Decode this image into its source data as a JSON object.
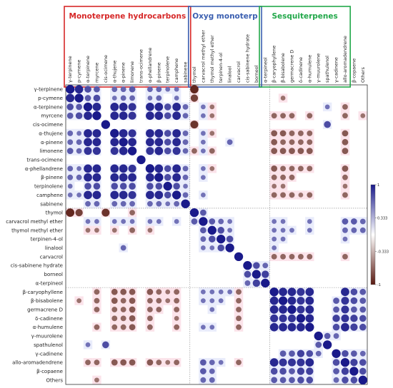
{
  "chart_data": {
    "type": "heatmap",
    "title": "",
    "groups": [
      {
        "label": "Monoterpene hydrocarbons",
        "color": "#d62828",
        "start": 0,
        "end": 13
      },
      {
        "label": "Oxyg monoterp",
        "color": "#3b5fb0",
        "start": 14,
        "end": 21
      },
      {
        "label": "Sesquiterpenes",
        "color": "#22a84a",
        "start": 22,
        "end": 31
      }
    ],
    "variables": [
      "γ-terpinene",
      "p-cymene",
      "α-terpinene",
      "myrcene",
      "cis-ocimene",
      "α-thujene",
      "α-pinene",
      "limonene",
      "trans-ocimene",
      "α-phellandrene",
      "β-pinene",
      "terpinolene",
      "camphene",
      "sabinene",
      "thymol",
      "carvacrol methyl ether",
      "thymol methyl ether",
      "terpinen-4-ol",
      "linalool",
      "carvacrol",
      "cis-sabinene hydrate",
      "borneol",
      "α-terpineol",
      "β-caryophyllene",
      "β-bisabolene",
      "germacrene D",
      "δ-cadinene",
      "α-humulene",
      "γ-muurolene",
      "spathulenol",
      "γ-cadinene",
      "allo-aromadendrene",
      "β-copaene",
      "Others"
    ],
    "separators_after": [
      13,
      22
    ],
    "colorbar": {
      "min": -1,
      "max": 1,
      "ticks": [
        1,
        0.333,
        -0.333,
        -1
      ],
      "tick_labels": [
        "1",
        "0.333",
        "-0.333",
        "-1"
      ],
      "colors": [
        "#5a1a12",
        "#ffffff",
        "#1a1a8a"
      ]
    },
    "correlations": [
      [
        0,
        1,
        0.9
      ],
      [
        0,
        2,
        0.6
      ],
      [
        0,
        3,
        0.5
      ],
      [
        0,
        5,
        0.4
      ],
      [
        0,
        6,
        0.4
      ],
      [
        0,
        7,
        0.5
      ],
      [
        0,
        9,
        0.4
      ],
      [
        0,
        10,
        0.4
      ],
      [
        0,
        11,
        0.3
      ],
      [
        0,
        12,
        0.3
      ],
      [
        0,
        14,
        -0.9
      ],
      [
        1,
        2,
        0.5
      ],
      [
        1,
        3,
        0.6
      ],
      [
        1,
        5,
        0.3
      ],
      [
        1,
        6,
        0.4
      ],
      [
        1,
        7,
        0.4
      ],
      [
        1,
        9,
        0.3
      ],
      [
        1,
        10,
        0.4
      ],
      [
        1,
        12,
        0.3
      ],
      [
        1,
        14,
        -0.7
      ],
      [
        1,
        24,
        -0.3
      ],
      [
        2,
        3,
        0.9
      ],
      [
        2,
        5,
        0.9
      ],
      [
        2,
        6,
        0.9
      ],
      [
        2,
        7,
        0.8
      ],
      [
        2,
        9,
        0.9
      ],
      [
        2,
        10,
        0.9
      ],
      [
        2,
        11,
        0.6
      ],
      [
        2,
        12,
        0.9
      ],
      [
        2,
        13,
        0.4
      ],
      [
        2,
        15,
        0.3
      ],
      [
        2,
        16,
        -0.3
      ],
      [
        2,
        29,
        0.3
      ],
      [
        2,
        31,
        -0.4
      ],
      [
        3,
        5,
        0.9
      ],
      [
        3,
        6,
        0.9
      ],
      [
        3,
        7,
        0.8
      ],
      [
        3,
        9,
        0.9
      ],
      [
        3,
        10,
        0.9
      ],
      [
        3,
        11,
        0.6
      ],
      [
        3,
        12,
        0.9
      ],
      [
        3,
        13,
        0.4
      ],
      [
        3,
        15,
        0.3
      ],
      [
        3,
        16,
        -0.3
      ],
      [
        3,
        23,
        -0.4
      ],
      [
        3,
        24,
        -0.4
      ],
      [
        3,
        25,
        -0.4
      ],
      [
        3,
        27,
        -0.4
      ],
      [
        3,
        31,
        -0.4
      ],
      [
        3,
        33,
        -0.3
      ],
      [
        4,
        14,
        -0.8
      ],
      [
        4,
        29,
        0.6
      ],
      [
        5,
        6,
        0.9
      ],
      [
        5,
        7,
        0.8
      ],
      [
        5,
        9,
        0.9
      ],
      [
        5,
        10,
        0.9
      ],
      [
        5,
        11,
        0.6
      ],
      [
        5,
        12,
        0.9
      ],
      [
        5,
        13,
        0.4
      ],
      [
        5,
        15,
        0.3
      ],
      [
        5,
        16,
        -0.3
      ],
      [
        5,
        23,
        -0.5
      ],
      [
        5,
        24,
        -0.5
      ],
      [
        5,
        25,
        -0.4
      ],
      [
        5,
        26,
        -0.4
      ],
      [
        5,
        27,
        -0.4
      ],
      [
        5,
        31,
        -0.5
      ],
      [
        6,
        7,
        0.9
      ],
      [
        6,
        9,
        0.9
      ],
      [
        6,
        10,
        0.9
      ],
      [
        6,
        11,
        0.6
      ],
      [
        6,
        12,
        0.9
      ],
      [
        6,
        13,
        0.4
      ],
      [
        6,
        15,
        0.3
      ],
      [
        6,
        18,
        0.4
      ],
      [
        6,
        23,
        -0.5
      ],
      [
        6,
        24,
        -0.4
      ],
      [
        6,
        25,
        -0.4
      ],
      [
        6,
        26,
        -0.4
      ],
      [
        6,
        27,
        -0.4
      ],
      [
        6,
        31,
        -0.5
      ],
      [
        7,
        9,
        0.8
      ],
      [
        7,
        10,
        0.9
      ],
      [
        7,
        11,
        0.6
      ],
      [
        7,
        12,
        0.8
      ],
      [
        7,
        13,
        0.4
      ],
      [
        7,
        14,
        -0.4
      ],
      [
        7,
        15,
        0.3
      ],
      [
        7,
        16,
        -0.4
      ],
      [
        7,
        23,
        -0.5
      ],
      [
        7,
        24,
        -0.5
      ],
      [
        7,
        25,
        -0.5
      ],
      [
        7,
        26,
        -0.5
      ],
      [
        7,
        27,
        -0.5
      ],
      [
        7,
        31,
        -0.5
      ],
      [
        9,
        10,
        0.9
      ],
      [
        9,
        11,
        0.6
      ],
      [
        9,
        12,
        0.9
      ],
      [
        9,
        13,
        0.4
      ],
      [
        9,
        15,
        0.3
      ],
      [
        9,
        16,
        -0.3
      ],
      [
        9,
        23,
        -0.5
      ],
      [
        9,
        24,
        -0.4
      ],
      [
        9,
        25,
        -0.4
      ],
      [
        9,
        26,
        -0.4
      ],
      [
        9,
        27,
        -0.4
      ],
      [
        9,
        31,
        -0.5
      ],
      [
        10,
        11,
        0.6
      ],
      [
        10,
        12,
        0.9
      ],
      [
        10,
        13,
        0.4
      ],
      [
        10,
        15,
        0.3
      ],
      [
        10,
        23,
        -0.4
      ],
      [
        10,
        24,
        -0.4
      ],
      [
        10,
        25,
        -0.4
      ],
      [
        10,
        31,
        -0.4
      ],
      [
        11,
        12,
        0.6
      ],
      [
        11,
        13,
        0.3
      ],
      [
        11,
        23,
        -0.3
      ],
      [
        11,
        24,
        -0.3
      ],
      [
        11,
        31,
        -0.3
      ],
      [
        12,
        13,
        0.4
      ],
      [
        12,
        15,
        0.3
      ],
      [
        12,
        23,
        -0.4
      ],
      [
        12,
        24,
        -0.4
      ],
      [
        12,
        25,
        -0.4
      ],
      [
        12,
        26,
        -0.3
      ],
      [
        12,
        27,
        -0.4
      ],
      [
        12,
        31,
        -0.4
      ],
      [
        14,
        15,
        0.5
      ],
      [
        15,
        16,
        0.5
      ],
      [
        15,
        17,
        0.4
      ],
      [
        15,
        18,
        0.3
      ],
      [
        15,
        23,
        0.3
      ],
      [
        15,
        24,
        0.3
      ],
      [
        15,
        27,
        0.3
      ],
      [
        15,
        31,
        0.5
      ],
      [
        15,
        32,
        0.5
      ],
      [
        15,
        33,
        0.4
      ],
      [
        16,
        17,
        0.6
      ],
      [
        16,
        18,
        0.3
      ],
      [
        16,
        23,
        0.3
      ],
      [
        16,
        24,
        0.3
      ],
      [
        16,
        25,
        0.3
      ],
      [
        16,
        27,
        0.3
      ],
      [
        16,
        31,
        0.4
      ],
      [
        16,
        32,
        0.4
      ],
      [
        16,
        33,
        0.4
      ],
      [
        17,
        18,
        0.6
      ],
      [
        17,
        23,
        0.3
      ],
      [
        17,
        24,
        0.3
      ],
      [
        17,
        31,
        0.3
      ],
      [
        18,
        23,
        0.3
      ],
      [
        19,
        23,
        -0.4
      ],
      [
        19,
        24,
        -0.4
      ],
      [
        19,
        25,
        -0.4
      ],
      [
        19,
        26,
        -0.4
      ],
      [
        19,
        27,
        -0.4
      ],
      [
        19,
        31,
        -0.4
      ],
      [
        20,
        21,
        0.6
      ],
      [
        20,
        22,
        0.4
      ],
      [
        21,
        22,
        0.7
      ],
      [
        23,
        24,
        0.9
      ],
      [
        23,
        25,
        0.9
      ],
      [
        23,
        26,
        0.8
      ],
      [
        23,
        27,
        0.9
      ],
      [
        23,
        31,
        0.9
      ],
      [
        23,
        32,
        0.6
      ],
      [
        23,
        33,
        0.5
      ],
      [
        24,
        25,
        0.9
      ],
      [
        24,
        26,
        0.8
      ],
      [
        24,
        27,
        0.9
      ],
      [
        24,
        30,
        0.5
      ],
      [
        24,
        31,
        0.8
      ],
      [
        24,
        32,
        0.6
      ],
      [
        24,
        33,
        0.5
      ],
      [
        25,
        26,
        0.8
      ],
      [
        25,
        27,
        0.9
      ],
      [
        25,
        30,
        0.5
      ],
      [
        25,
        31,
        0.8
      ],
      [
        25,
        32,
        0.5
      ],
      [
        25,
        33,
        0.5
      ],
      [
        26,
        27,
        0.9
      ],
      [
        26,
        30,
        0.7
      ],
      [
        26,
        31,
        0.8
      ],
      [
        26,
        32,
        0.7
      ],
      [
        26,
        33,
        0.6
      ],
      [
        27,
        30,
        0.6
      ],
      [
        27,
        31,
        0.9
      ],
      [
        27,
        32,
        0.7
      ],
      [
        27,
        33,
        0.6
      ],
      [
        28,
        29,
        0.5
      ],
      [
        28,
        30,
        0.4
      ],
      [
        30,
        31,
        0.6
      ],
      [
        30,
        32,
        0.5
      ],
      [
        30,
        33,
        0.4
      ],
      [
        31,
        32,
        0.7
      ],
      [
        31,
        33,
        0.6
      ],
      [
        32,
        33,
        0.6
      ]
    ]
  }
}
